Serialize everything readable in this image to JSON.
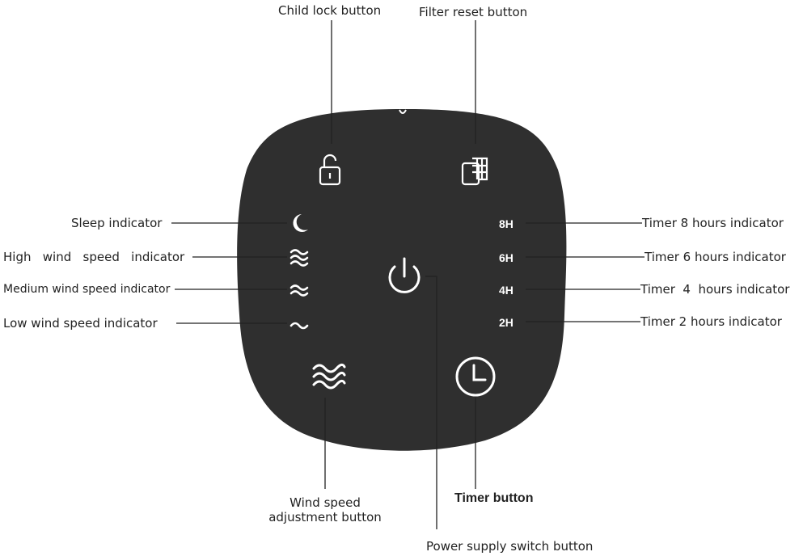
{
  "colors": {
    "panel": "#2f2f2f",
    "icon": "#ffffff",
    "line": "#222222"
  },
  "labels": {
    "child_lock": "Child lock button",
    "filter_reset": "Filter reset button",
    "sleep": "Sleep indicator",
    "high_wind": "High   wind   speed   indicator",
    "medium_wind": "Medium wind speed indicator",
    "low_wind": "Low wind speed indicator",
    "timer_8": "Timer 8 hours indicator",
    "timer_6": "Timer 6 hours indicator",
    "timer_4": "Timer  4  hours indicator",
    "timer_2": "Timer 2 hours indicator",
    "wind_speed_line1": "Wind speed",
    "wind_speed_line2": "adjustment button",
    "timer_button": "Timer button",
    "power": "Power supply switch button"
  },
  "timer_indicators": [
    "8H",
    "6H",
    "4H",
    "2H"
  ],
  "icons": [
    "lock-icon",
    "filter-icon",
    "moon-icon",
    "high-wind-icon",
    "medium-wind-icon",
    "low-wind-icon",
    "power-icon",
    "wind-speed-icon",
    "clock-icon"
  ]
}
